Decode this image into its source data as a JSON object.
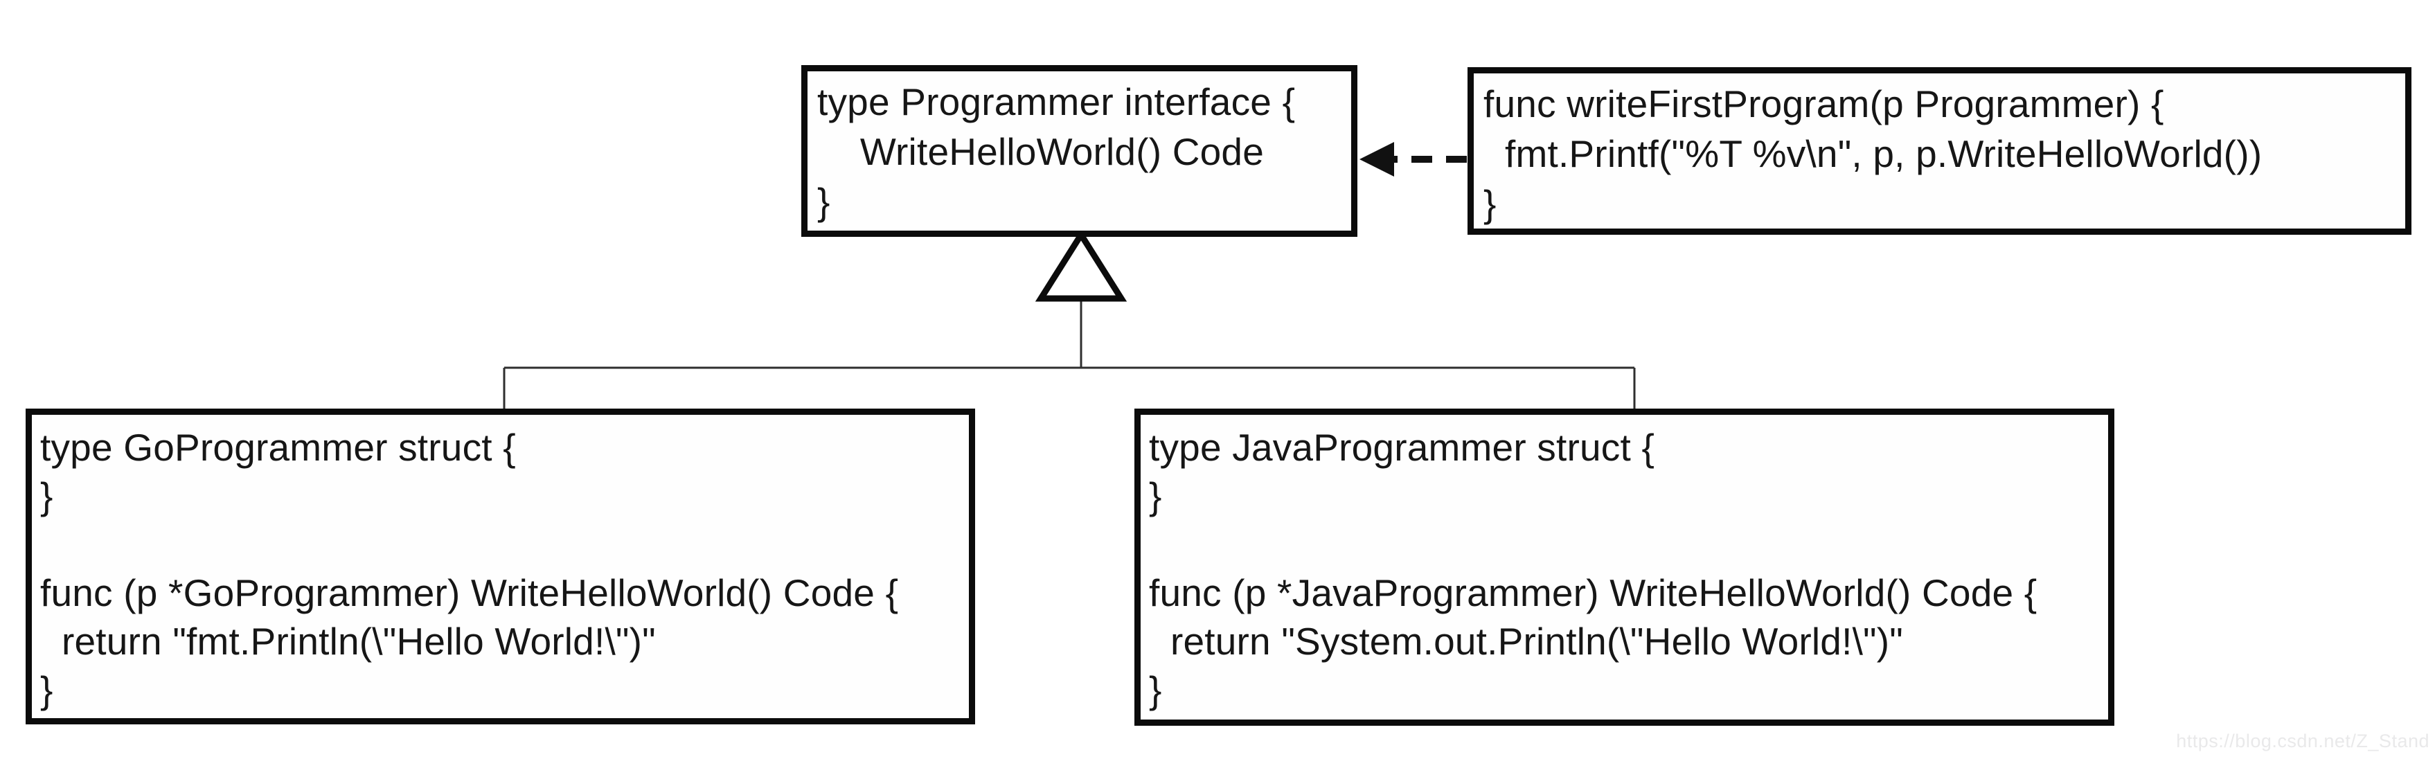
{
  "diagram": {
    "kind": "uml-class-diagram (Go interface implementation example)",
    "interface_box": {
      "code": "type Programmer interface {\n    WriteHelloWorld() Code\n}"
    },
    "client_func_box": {
      "code": "func writeFirstProgram(p Programmer) {\n  fmt.Printf(\"%T %v\\n\", p, p.WriteHelloWorld())\n}"
    },
    "go_struct_box": {
      "code": "type GoProgrammer struct {\n}\n\nfunc (p *GoProgrammer) WriteHelloWorld() Code {\n  return \"fmt.Println(\\\"Hello World!\\\")\"\n}"
    },
    "java_struct_box": {
      "code": "type JavaProgrammer struct {\n}\n\nfunc (p *JavaProgrammer) WriteHelloWorld() Code {\n  return \"System.out.Println(\\\"Hello World!\\\")\"\n}"
    }
  },
  "icons": {
    "generalization_triangle": "hollow upward triangle (structs implement the interface)",
    "dependency_arrow": "dashed line with filled left-pointing arrowhead"
  },
  "colors": {
    "background": "#ffffff",
    "box_border": "#0b0b0b",
    "code_text": "#161616",
    "connector_line": "#2f2f2f",
    "arrow": "#111111",
    "watermark": "#e9e9ea"
  },
  "watermark": {
    "text": "https://blog.csdn.net/Z_Stand"
  }
}
